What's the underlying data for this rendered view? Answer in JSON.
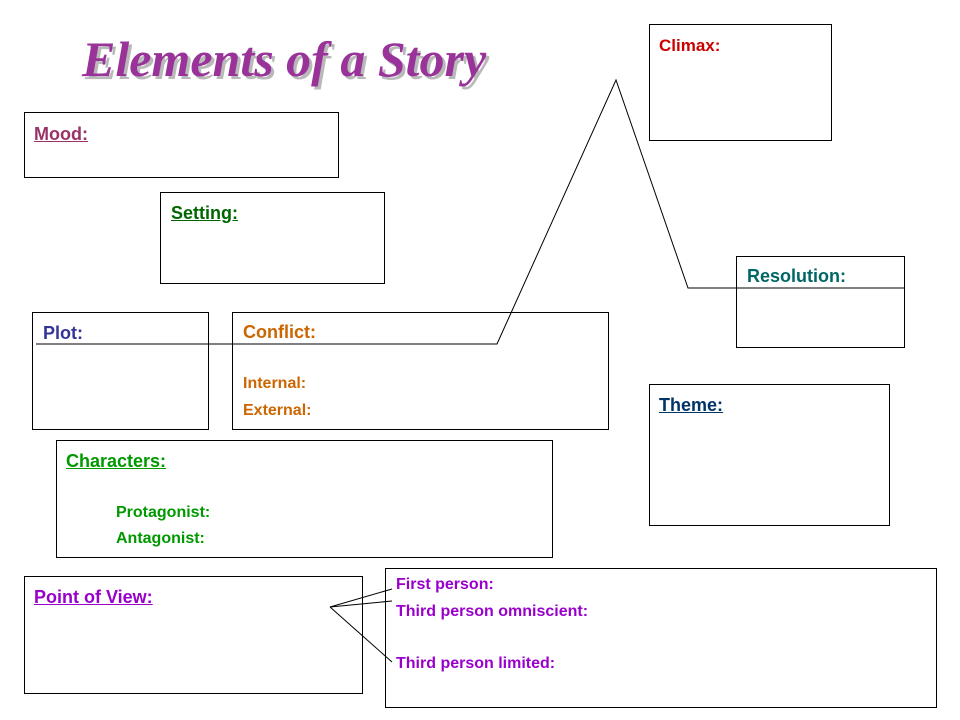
{
  "title": "Elements of a Story",
  "colors": {
    "title": "#993399",
    "mood": "#993366",
    "setting": "#006600",
    "plot": "#333399",
    "conflict": "#cc6600",
    "characters": "#009900",
    "theme": "#003366",
    "climax": "#cc0000",
    "resolution": "#006666",
    "point_of_view": "#9900cc"
  },
  "boxes": {
    "mood": {
      "label": "Mood:"
    },
    "setting": {
      "label": "Setting:"
    },
    "plot": {
      "label": "Plot:"
    },
    "conflict": {
      "label": "Conflict:",
      "internal": "Internal:",
      "external": "External:"
    },
    "characters": {
      "label": "Characters:",
      "protagonist": "Protagonist:",
      "antagonist": "Antagonist:"
    },
    "climax": {
      "label": "Climax:"
    },
    "resolution": {
      "label": "Resolution:"
    },
    "theme": {
      "label": "Theme:"
    },
    "point_of_view": {
      "label": "Point of View:"
    },
    "pov_options": {
      "first_person": "First person:",
      "third_omniscient": "Third person omniscient:",
      "third_limited": "Third person limited:"
    }
  }
}
